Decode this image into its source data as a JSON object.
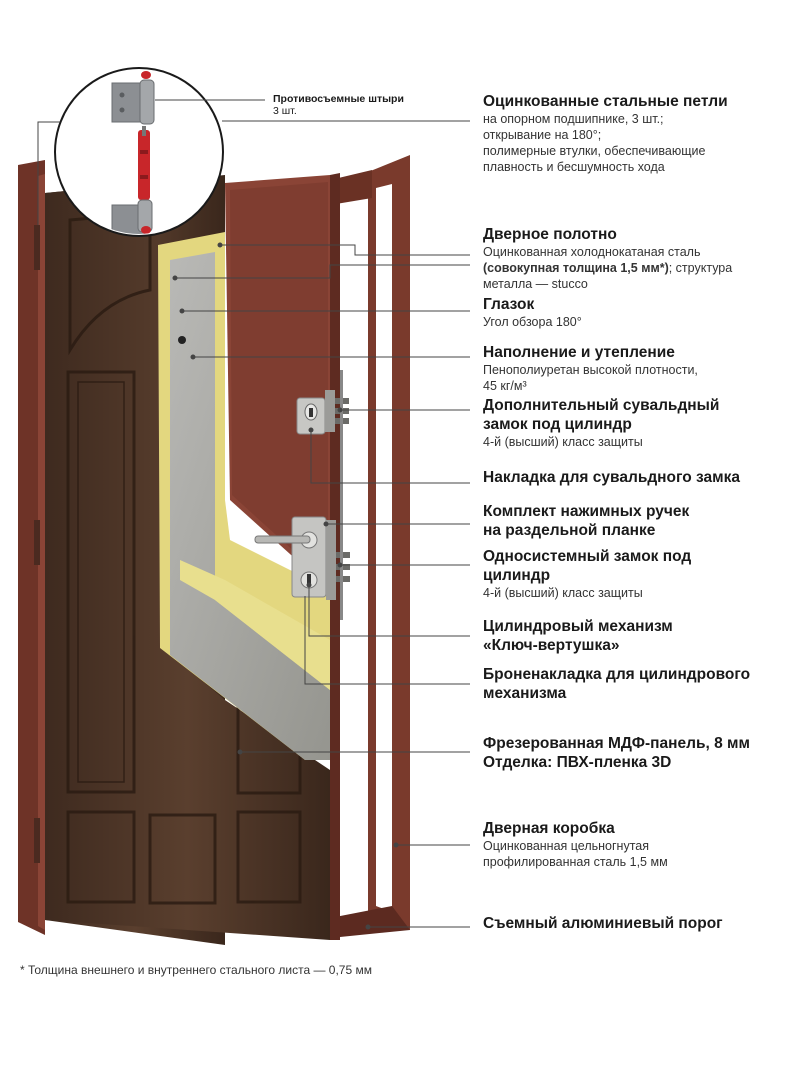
{
  "pin_note": {
    "title": "Противосъемные штыри",
    "qty": "3 шт."
  },
  "callouts": {
    "hinges": {
      "title": "Оцинкованные стальные петли",
      "desc": [
        "на опорном подшипнике, 3 шт.;",
        "открывание на 180°;",
        "полимерные втулки, обеспечивающие",
        "плавность и бесшумность хода"
      ]
    },
    "leaf": {
      "title": "Дверное полотно",
      "desc1": "Оцинкованная холоднокатаная сталь",
      "desc2_bold": "(совокупная толщина 1,5 мм*)",
      "desc2_rest": "; структура",
      "desc3": "металла — stucco"
    },
    "peephole": {
      "title": "Глазок",
      "desc": "Угол обзора 180°"
    },
    "filling": {
      "title": "Наполнение и утепление",
      "desc1": "Пенополиуретан высокой плотности,",
      "desc2": "45 кг/м³"
    },
    "extra_lock": {
      "title1": "Дополнительный сувальдный",
      "title2": "замок под цилиндр",
      "desc": "4-й (высший) класс защиты"
    },
    "lock_plate": {
      "title": "Накладка для сувальдного замка"
    },
    "handles": {
      "title1": "Комплект нажимных ручек",
      "title2": "на раздельной планке"
    },
    "main_lock": {
      "title1": "Односистемный замок под",
      "title2": "цилиндр",
      "desc": "4-й (высший) класс защиты"
    },
    "cylinder": {
      "title1": "Цилиндровый механизм",
      "title2": "«Ключ-вертушка»"
    },
    "armor": {
      "title1": "Броненакладка для цилиндрового",
      "title2": "механизма"
    },
    "mdf": {
      "title1": "Фрезерованная МДФ-панель, 8 мм",
      "title2": "Отделка: ПВХ-пленка 3D"
    },
    "frame": {
      "title": "Дверная коробка",
      "desc1": "Оцинкованная цельногнутая",
      "desc2": "профилированная сталь 1,5 мм"
    },
    "threshold": {
      "title": "Съемный алюминиевый порог"
    }
  },
  "footnote": "* Толщина внешнего и внутреннего стального листа — 0,75 мм",
  "colors": {
    "frame": "#7a3a2c",
    "inner_panel": "#8a4436",
    "mdf_dark": "#4a3326",
    "steel_grey": "#a7a7a4",
    "foam_yellow": "#e6dc8a",
    "pin_red": "#c8262a",
    "hinge_grey": "#8c8f93",
    "line": "#444444"
  }
}
